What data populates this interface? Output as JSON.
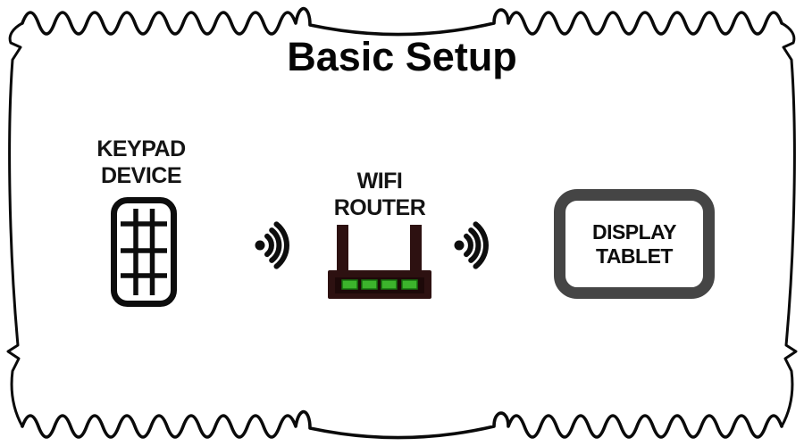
{
  "title": "Basic Setup",
  "diagram": {
    "keypad": {
      "line1": "KEYPAD",
      "line2": "DEVICE"
    },
    "router": {
      "line1": "WIFI",
      "line2": "ROUTER"
    },
    "tablet": {
      "line1": "DISPLAY",
      "line2": "TABLET"
    }
  },
  "icons": {
    "keypad": "keypad-grid-icon",
    "wifi_left": "wifi-signal-icon",
    "router": "wifi-router-icon",
    "wifi_right": "wifi-signal-icon",
    "tablet": "tablet-frame"
  },
  "colors": {
    "ink": "#0d0d0d",
    "frame_stroke": "#0a0a0a",
    "router_body": "#2d1111",
    "router_panel": "#1d0909",
    "led_green": "#3cb42c",
    "led_edge": "#17700f",
    "tablet_frame": "#454545",
    "background": "#ffffff"
  }
}
